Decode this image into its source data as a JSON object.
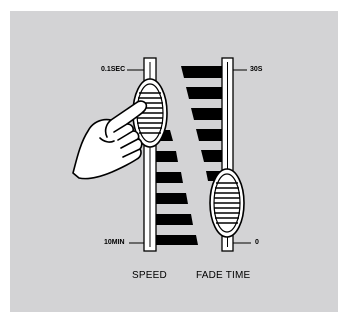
{
  "colors": {
    "background": "#d3d3d5",
    "outer": "#ffffff",
    "ink": "#000000",
    "fader_fill": "#ffffff"
  },
  "icons": [
    "hand-pointer-icon",
    "fader-knob-icon",
    "ramp-bars-icon"
  ],
  "speed_fader": {
    "top_label": "0.1SEC",
    "bottom_label": "10MIN",
    "name": "SPEED",
    "knob_level": 0.85
  },
  "fade_time_fader": {
    "top_label": "30S",
    "bottom_label": "0",
    "name": "FADE TIME",
    "knob_level": 0.3
  }
}
